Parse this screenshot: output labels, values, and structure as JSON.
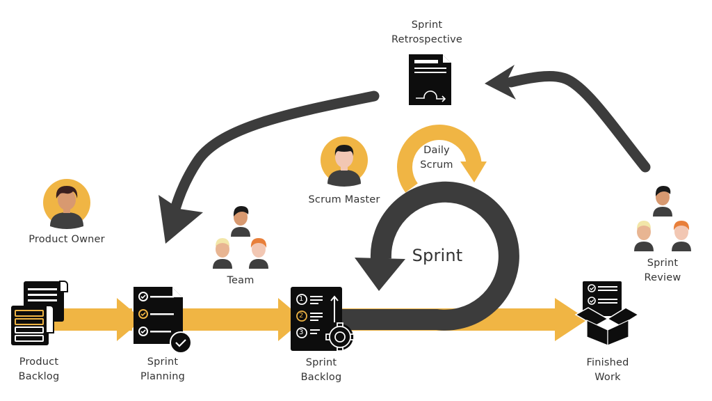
{
  "diagram": {
    "title": "Scrum Framework",
    "colors": {
      "accent": "#F0B544",
      "arrow_dark": "#3C3C3C",
      "icon_black": "#0D0D0D",
      "text": "#333333",
      "skin_1": "#D89970",
      "skin_2": "#F2C7B3",
      "hair_dark": "#3A1F1F",
      "hair_blond": "#F2E6A8",
      "hair_orange": "#E87F3A",
      "shirt": "#3F3F3F"
    },
    "roles": {
      "product_owner": "Product Owner",
      "scrum_master": "Scrum Master",
      "team": "Team"
    },
    "artifacts": {
      "product_backlog": [
        "Product",
        "Backlog"
      ],
      "sprint_planning": [
        "Sprint",
        "Planning"
      ],
      "sprint_backlog": [
        "Sprint",
        "Backlog"
      ],
      "finished_work": [
        "Finished",
        "Work"
      ]
    },
    "events": {
      "sprint": "Sprint",
      "daily_scrum": [
        "Daily",
        "Scrum"
      ],
      "sprint_review": [
        "Sprint",
        "Review"
      ],
      "sprint_retrospective": [
        "Sprint",
        "Retrospective"
      ]
    },
    "backlog_numbers": [
      "1",
      "2",
      "3"
    ]
  }
}
